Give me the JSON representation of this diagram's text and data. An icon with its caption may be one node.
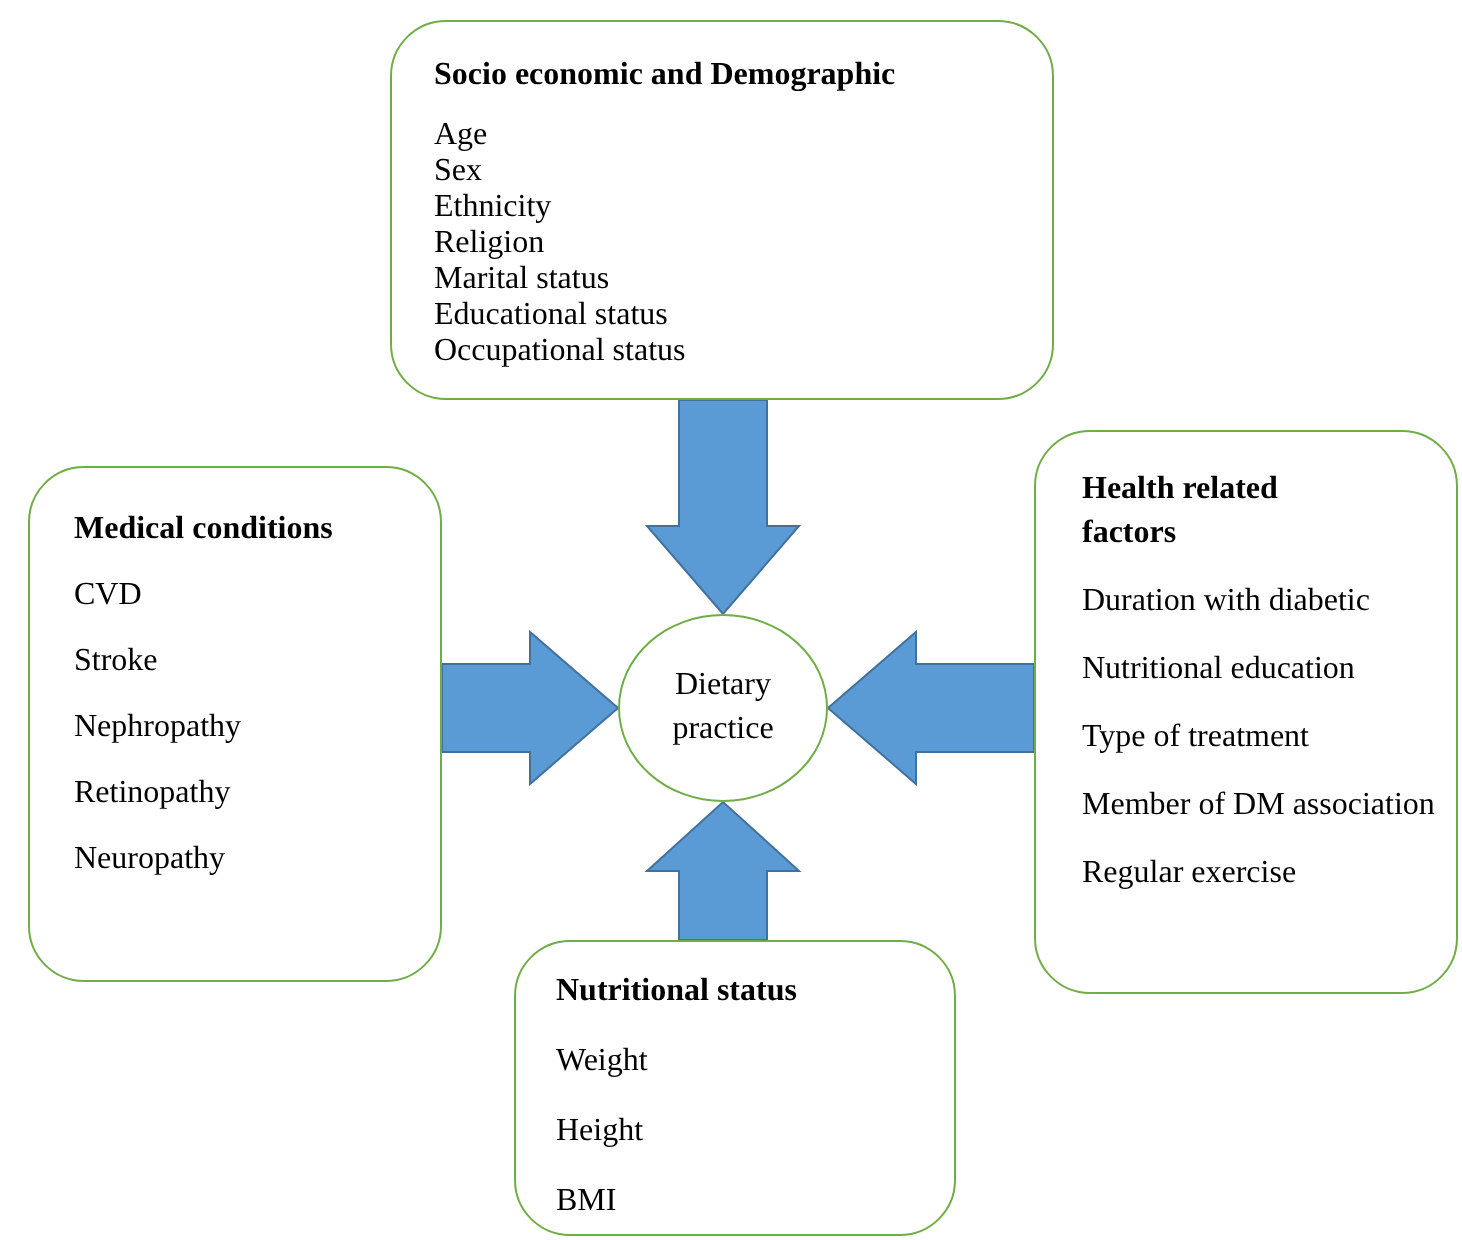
{
  "diagram": {
    "nodes": [
      {
        "text": [
          "Socio economic and Demographic",
          "Age",
          "Sex",
          "Ethnicity",
          "Religion",
          "Marital status",
          "Educational status",
          "Occupational status"
        ]
      },
      {
        "text": [
          "Medical conditions",
          "CVD",
          "Stroke",
          "Nephropathy",
          "Retinopathy",
          "Neuropathy"
        ]
      },
      {
        "text": [
          "Dietary practice"
        ]
      },
      {
        "text": [
          "Health related factors",
          "Duration with diabetic",
          "Nutritional education",
          "Type of treatment",
          "Member of DM association",
          "Regular exercise"
        ]
      },
      {
        "text": [
          "Nutritional status",
          "Weight",
          "Height",
          "BMI"
        ]
      }
    ],
    "edges": [
      {
        "from": 0,
        "to": 2,
        "arrow": "to",
        "style": "thick"
      },
      {
        "from": 1,
        "to": 2,
        "arrow": "to",
        "style": "thick"
      },
      {
        "from": 3,
        "to": 2,
        "arrow": "to",
        "style": "thick"
      },
      {
        "from": 4,
        "to": 2,
        "arrow": "to",
        "style": "thick"
      }
    ]
  }
}
